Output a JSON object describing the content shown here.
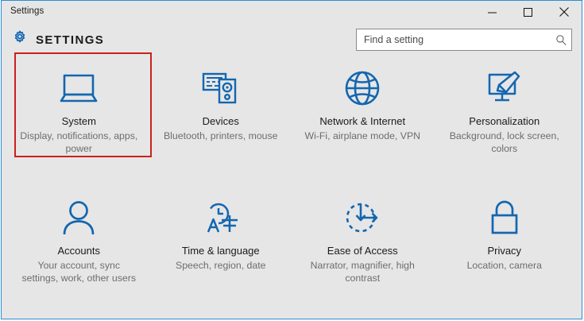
{
  "window": {
    "title": "Settings",
    "controls": {
      "minimize": "minimize-button",
      "maximize": "maximize-button",
      "close": "close-button"
    }
  },
  "header": {
    "brand_label": "SETTINGS",
    "gear_icon": "gear-icon"
  },
  "search": {
    "placeholder": "Find a setting",
    "value": "",
    "icon": "search-icon"
  },
  "colors": {
    "window_border": "#2a8fd4",
    "background": "#e6e6e6",
    "icon_blue": "#1466b0",
    "title_text": "#1a1a1a",
    "subtitle_text": "#6d6d6d",
    "highlight_red": "#c9211e"
  },
  "highlight": {
    "target": "System",
    "color": "#c9211e"
  },
  "tiles": [
    {
      "title": "System",
      "subtitle": "Display, notifications, apps, power",
      "icon": "laptop-icon"
    },
    {
      "title": "Devices",
      "subtitle": "Bluetooth, printers, mouse",
      "icon": "keyboard-device-icon"
    },
    {
      "title": "Network & Internet",
      "subtitle": "Wi-Fi, airplane mode, VPN",
      "icon": "globe-icon"
    },
    {
      "title": "Personalization",
      "subtitle": "Background, lock screen, colors",
      "icon": "monitor-brush-icon"
    },
    {
      "title": "Accounts",
      "subtitle": "Your account, sync settings, work, other users",
      "icon": "person-icon"
    },
    {
      "title": "Time & language",
      "subtitle": "Speech, region, date",
      "icon": "clock-language-icon"
    },
    {
      "title": "Ease of Access",
      "subtitle": "Narrator, magnifier, high contrast",
      "icon": "accessibility-clock-icon"
    },
    {
      "title": "Privacy",
      "subtitle": "Location, camera",
      "icon": "lock-icon"
    }
  ]
}
